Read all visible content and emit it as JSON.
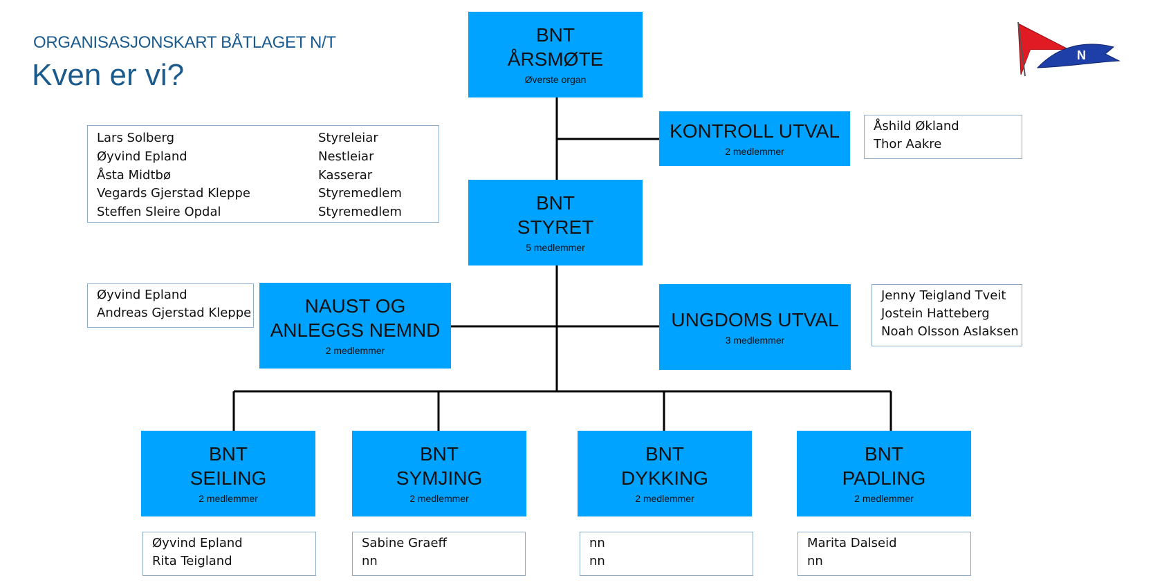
{
  "header": {
    "subtitle": "ORGANISASJONSKART BÅTLAGET N/T",
    "title": "Kven er vi?"
  },
  "logo": {
    "letter": "N",
    "colors": {
      "red": "#e01b24",
      "blue": "#1f3fa8",
      "white": "#ffffff"
    }
  },
  "colors": {
    "box": "#00a3ff",
    "line": "#000000",
    "title": "#1a5a8c"
  },
  "units": {
    "arsmote": {
      "line1": "BNT",
      "line2": "ÅRSMØTE",
      "sub": "Øverste organ"
    },
    "kontroll": {
      "line1": "KONTROLL UTVAL",
      "sub": "2 medlemmer"
    },
    "styret": {
      "line1": "BNT",
      "line2": "STYRET",
      "sub": "5 medlemmer"
    },
    "naust": {
      "line1": "NAUST OG",
      "line2": "ANLEGGS NEMND",
      "sub": "2 medlemmer"
    },
    "ungdom": {
      "line1": "UNGDOMS UTVAL",
      "sub": "3 medlemmer"
    },
    "seiling": {
      "line1": "BNT",
      "line2": "SEILING",
      "sub": "2 medlemmer"
    },
    "symjing": {
      "line1": "BNT",
      "line2": "SYMJING",
      "sub": "2 medlemmer"
    },
    "dykking": {
      "line1": "BNT",
      "line2": "DYKKING",
      "sub": "2 medlemmer"
    },
    "padling": {
      "line1": "BNT",
      "line2": "PADLING",
      "sub": "2 medlemmer"
    }
  },
  "members": {
    "styret": [
      {
        "name": "Lars Solberg",
        "role": "Styreleiar"
      },
      {
        "name": "Øyvind Epland",
        "role": "Nestleiar"
      },
      {
        "name": "Åsta Midtbø",
        "role": "Kasserar"
      },
      {
        "name": "Vegards Gjerstad Kleppe",
        "role": "Styremedlem"
      },
      {
        "name": "Steffen Sleire Opdal",
        "role": "Styremedlem"
      }
    ],
    "kontroll": [
      "Åshild Økland",
      "Thor Aakre"
    ],
    "naust": [
      "Øyvind Epland",
      "Andreas Gjerstad Kleppe"
    ],
    "ungdom": [
      "Jenny Teigland Tveit",
      "Jostein Hatteberg",
      "Noah Olsson Aslaksen"
    ],
    "seiling": [
      "Øyvind Epland",
      "Rita Teigland"
    ],
    "symjing": [
      "Sabine Graeff",
      "nn"
    ],
    "dykking": [
      "nn",
      "nn"
    ],
    "padling": [
      "Marita Dalseid",
      "nn"
    ]
  }
}
